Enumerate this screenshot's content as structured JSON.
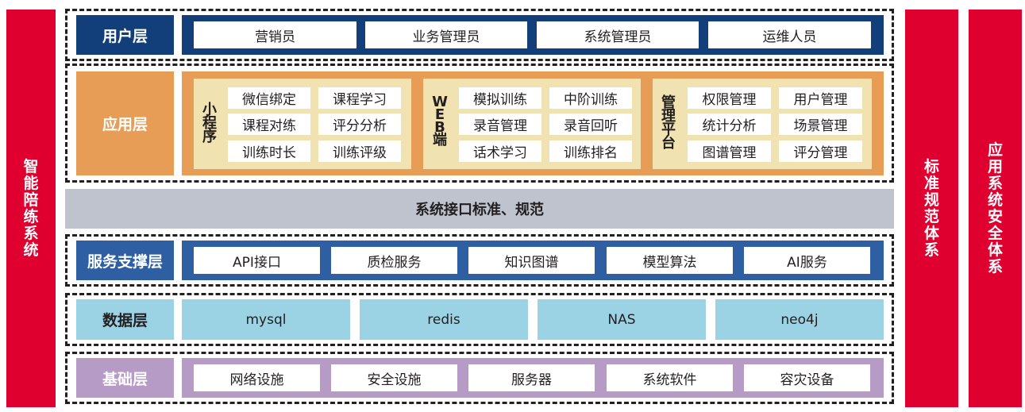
{
  "side_bars": {
    "left": "智能陪练系统",
    "right1": "标准规范体系",
    "right2": "应用系统安全体系"
  },
  "colors": {
    "red": "#e0002f",
    "user_blue": "#123f79",
    "service_blue": "#2e5fa3",
    "app_orange": "#e89d56",
    "app_cream": "#f0e3b1",
    "interface_gray": "#bec3cd",
    "data_cyan": "#9bd3e4",
    "base_purple": "#b59bc6"
  },
  "user_layer": {
    "label": "用户层",
    "items": [
      "营销员",
      "业务管理员",
      "系统管理员",
      "运维人员"
    ]
  },
  "app_layer": {
    "label": "应用层",
    "groups": [
      {
        "title": "小程序",
        "items": [
          "微信绑定",
          "课程学习",
          "课程对练",
          "评分分析",
          "训练时长",
          "训练评级"
        ]
      },
      {
        "title": "WEB端",
        "items": [
          "模拟训练",
          "中阶训练",
          "录音管理",
          "录音回听",
          "话术学习",
          "训练排名"
        ]
      },
      {
        "title": "管理平台",
        "items": [
          "权限管理",
          "用户管理",
          "统计分析",
          "场景管理",
          "图谱管理",
          "评分管理"
        ]
      }
    ]
  },
  "interface_bar": {
    "label": "系统接口标准、规范"
  },
  "service_layer": {
    "label": "服务支撑层",
    "items": [
      "API接口",
      "质检服务",
      "知识图谱",
      "模型算法",
      "AI服务"
    ]
  },
  "data_layer": {
    "label": "数据层",
    "items": [
      "mysql",
      "redis",
      "NAS",
      "neo4j"
    ]
  },
  "base_layer": {
    "label": "基础层",
    "items": [
      "网络设施",
      "安全设施",
      "服务器",
      "系统软件",
      "容灾设备"
    ]
  }
}
